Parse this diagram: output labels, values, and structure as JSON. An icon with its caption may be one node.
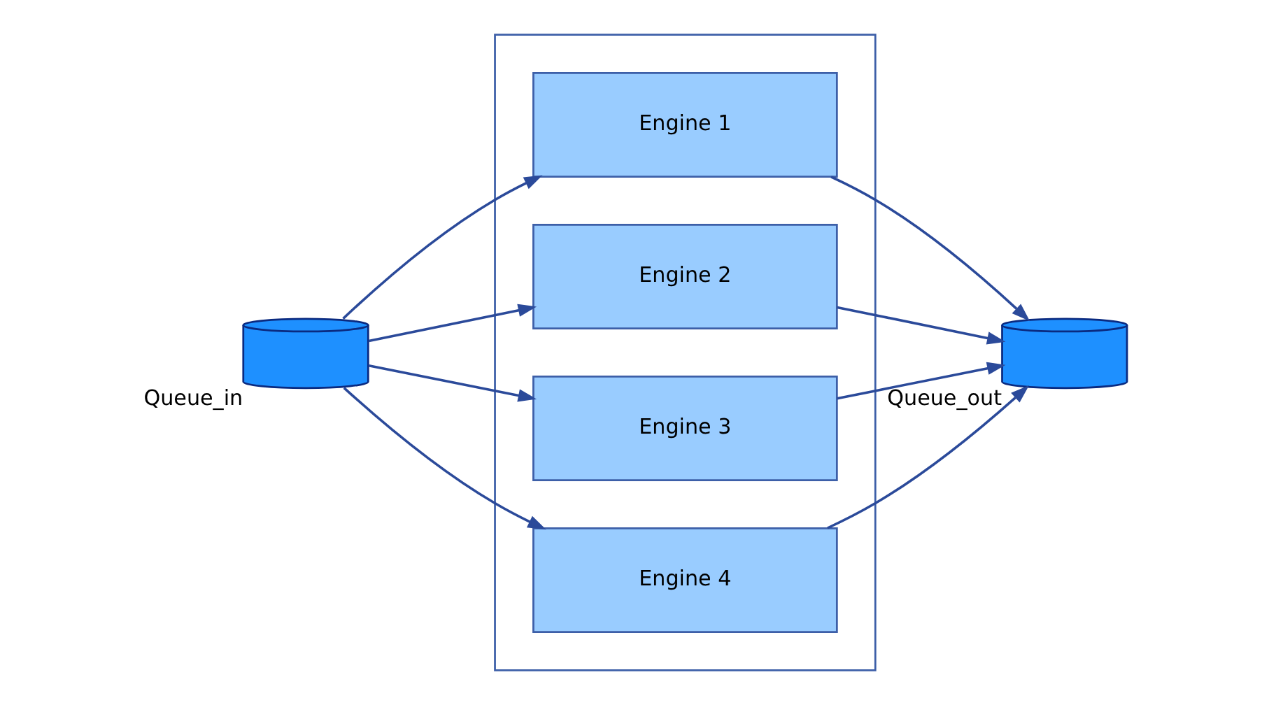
{
  "diagram": {
    "nodes": [
      {
        "text": [],
        "shape": "cylinder",
        "beside": [
          "Queue_in"
        ]
      },
      {
        "text": [],
        "shape": "box"
      },
      {
        "text": [
          "Engine 1"
        ],
        "in": 1
      },
      {
        "text": [
          "Engine 2"
        ],
        "in": 1
      },
      {
        "text": [
          "Engine 3"
        ],
        "in": 1
      },
      {
        "text": [
          "Engine 4"
        ],
        "in": 1
      },
      {
        "text": [],
        "shape": "cylinder",
        "beside": [
          "Queue_out"
        ]
      }
    ],
    "edges": [
      {
        "from": 0,
        "to": 2,
        "arrow": "to"
      },
      {
        "from": 0,
        "to": 3,
        "arrow": "to"
      },
      {
        "from": 0,
        "to": 4,
        "arrow": "to"
      },
      {
        "from": 0,
        "to": 5,
        "arrow": "to"
      },
      {
        "from": 2,
        "to": 6,
        "arrow": "to"
      },
      {
        "from": 3,
        "to": 6,
        "arrow": "to"
      },
      {
        "from": 4,
        "to": 6,
        "arrow": "to"
      },
      {
        "from": 5,
        "to": 6,
        "arrow": "to"
      }
    ]
  }
}
